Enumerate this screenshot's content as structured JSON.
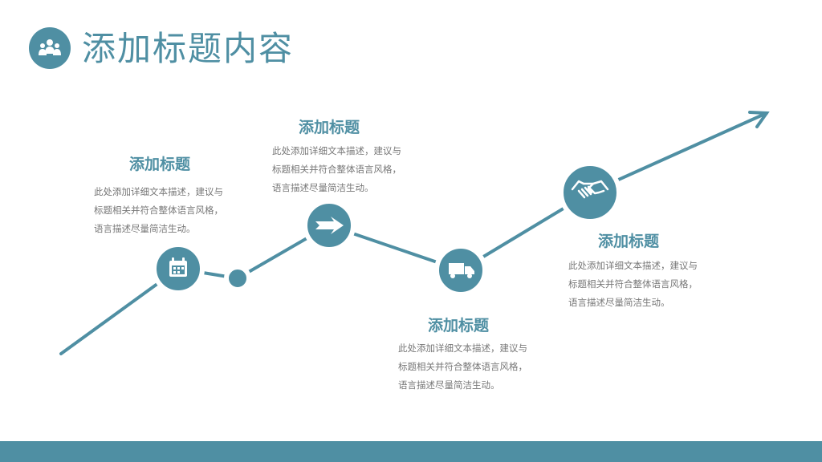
{
  "title": "添加标题内容",
  "colors": {
    "accent": "#4f8fa3"
  },
  "steps": [
    {
      "title": "添加标题",
      "desc": [
        "此处添加详细文本描述，建议与",
        "标题相关并符合整体语言风格，",
        "语言描述尽量简洁生动。"
      ],
      "icon": "calendar-icon"
    },
    {
      "title": "添加标题",
      "desc": [
        "此处添加详细文本描述，建议与",
        "标题相关并符合整体语言风格，",
        "语言描述尽量简洁生动。"
      ],
      "icon": "arrow-icon"
    },
    {
      "title": "添加标题",
      "desc": [
        "此处添加详细文本描述，建议与",
        "标题相关并符合整体语言风格，",
        "语言描述尽量简洁生动。"
      ],
      "icon": "truck-icon"
    },
    {
      "title": "添加标题",
      "desc": [
        "此处添加详细文本描述，建议与",
        "标题相关并符合整体语言风格，",
        "语言描述尽量简洁生动。"
      ],
      "icon": "handshake-icon"
    }
  ],
  "header_icon": "people-icon"
}
